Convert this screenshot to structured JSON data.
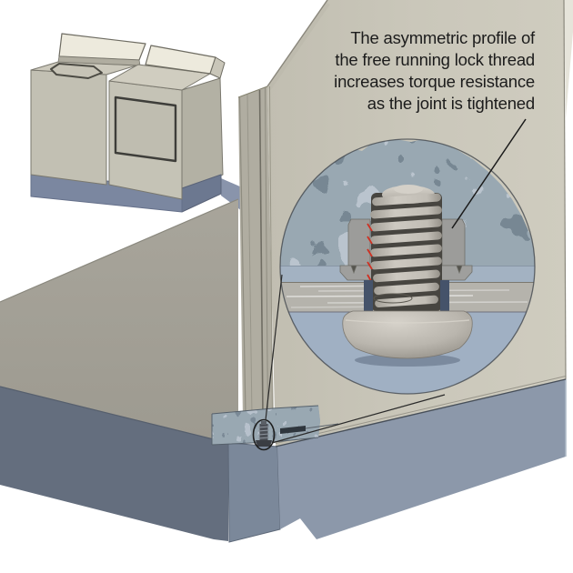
{
  "figure": {
    "title": "Free running lock thread illustration",
    "annotation_text": "The asymmetric profile of\nthe free running lock thread\nincreases torque resistance\nas the joint is tightened",
    "parts": {
      "thumbnail": "washer-dryer pair",
      "enlargement": "cabinet corner with sectioned base joint",
      "detail": "lock thread screw and retainer cross-section",
      "marker": "asymmetric thread contact (red)"
    },
    "colors": {
      "cabinet_beige": "#cac7ba",
      "cabinet_gray": "#a6a399",
      "base_blue": "#8c98aa",
      "base_blue_dark": "#646e7e",
      "galvanized": "#8d99a5",
      "screw_gray": "#c6c2ba",
      "nut_gray": "#9c9c9a",
      "contact_red": "#d03022",
      "text": "#1c1c1c",
      "background": "#ffffff"
    }
  }
}
